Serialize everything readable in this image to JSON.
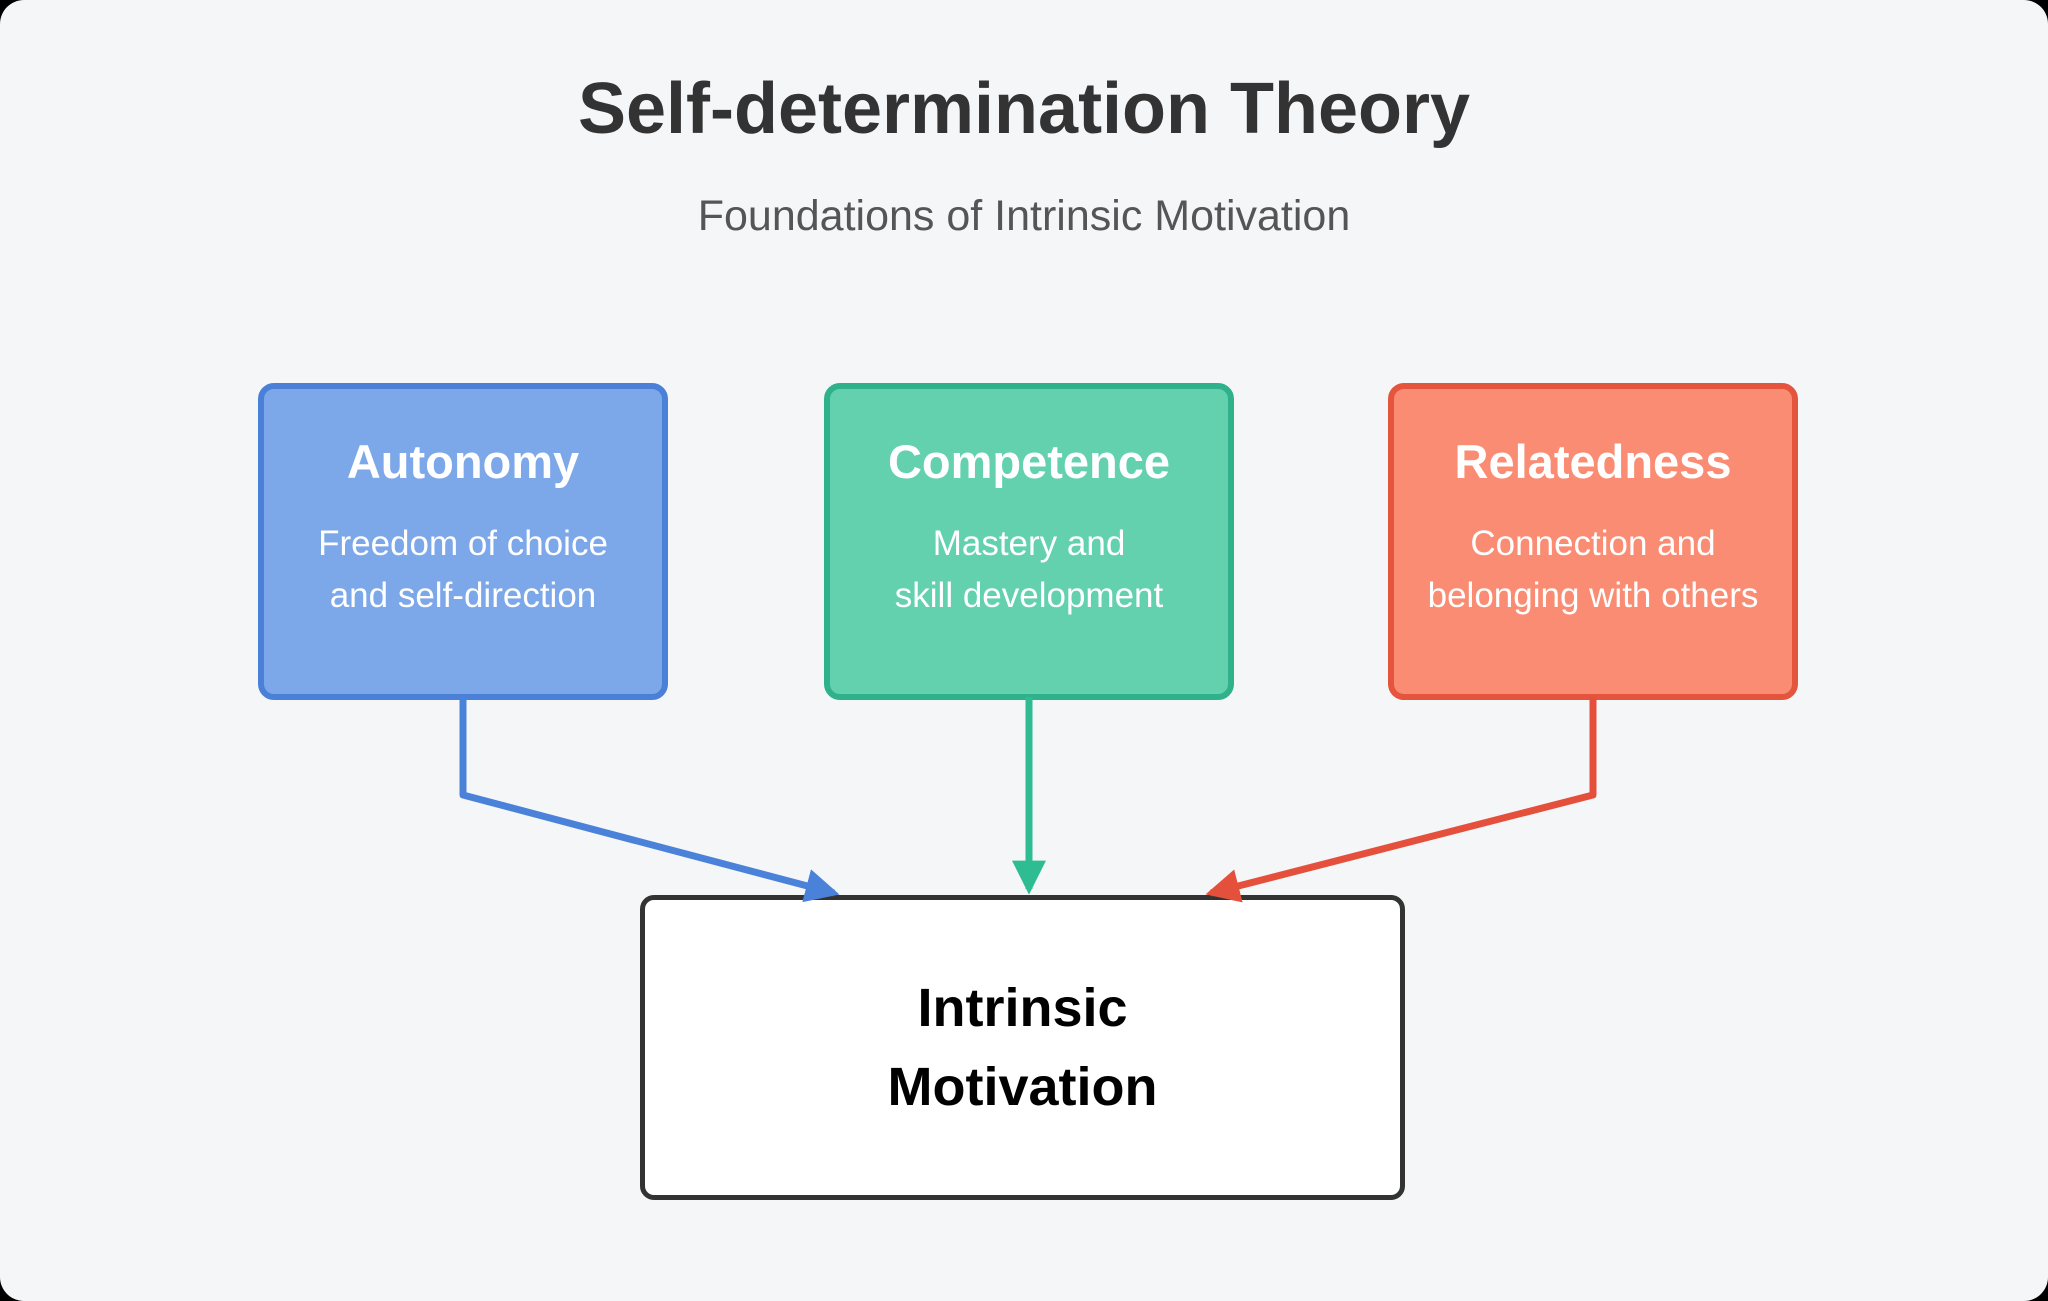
{
  "page": {
    "background_color": "#F5F6F8",
    "outer_background_color": "#000000"
  },
  "header": {
    "title": "Self-determination Theory",
    "subtitle": "Foundations of Intrinsic Motivation",
    "title_color": "#333333",
    "subtitle_color": "#555555"
  },
  "boxes": [
    {
      "id": "autonomy",
      "title": "Autonomy",
      "description_line1": "Freedom of choice",
      "description_line2": "and self-direction",
      "fill_color": "#7CA7E9",
      "border_color": "#4A80D8",
      "text_color": "#FFFFFF",
      "connector_color": "#4A82DA"
    },
    {
      "id": "competence",
      "title": "Competence",
      "description_line1": "Mastery and",
      "description_line2": "skill development",
      "fill_color": "#63D1AD",
      "border_color": "#2FB28C",
      "text_color": "#FFFFFF",
      "connector_color": "#2EBD92"
    },
    {
      "id": "relatedness",
      "title": "Relatedness",
      "description_line1": "Connection and",
      "description_line2": "belonging with others",
      "fill_color": "#F98C72",
      "border_color": "#E5543C",
      "text_color": "#FFFFFF",
      "connector_color": "#E5503C"
    }
  ],
  "outcome": {
    "title_line1": "Intrinsic",
    "title_line2": "Motivation",
    "fill_color": "#FFFFFF",
    "border_color": "#333333",
    "text_color": "#000000"
  }
}
